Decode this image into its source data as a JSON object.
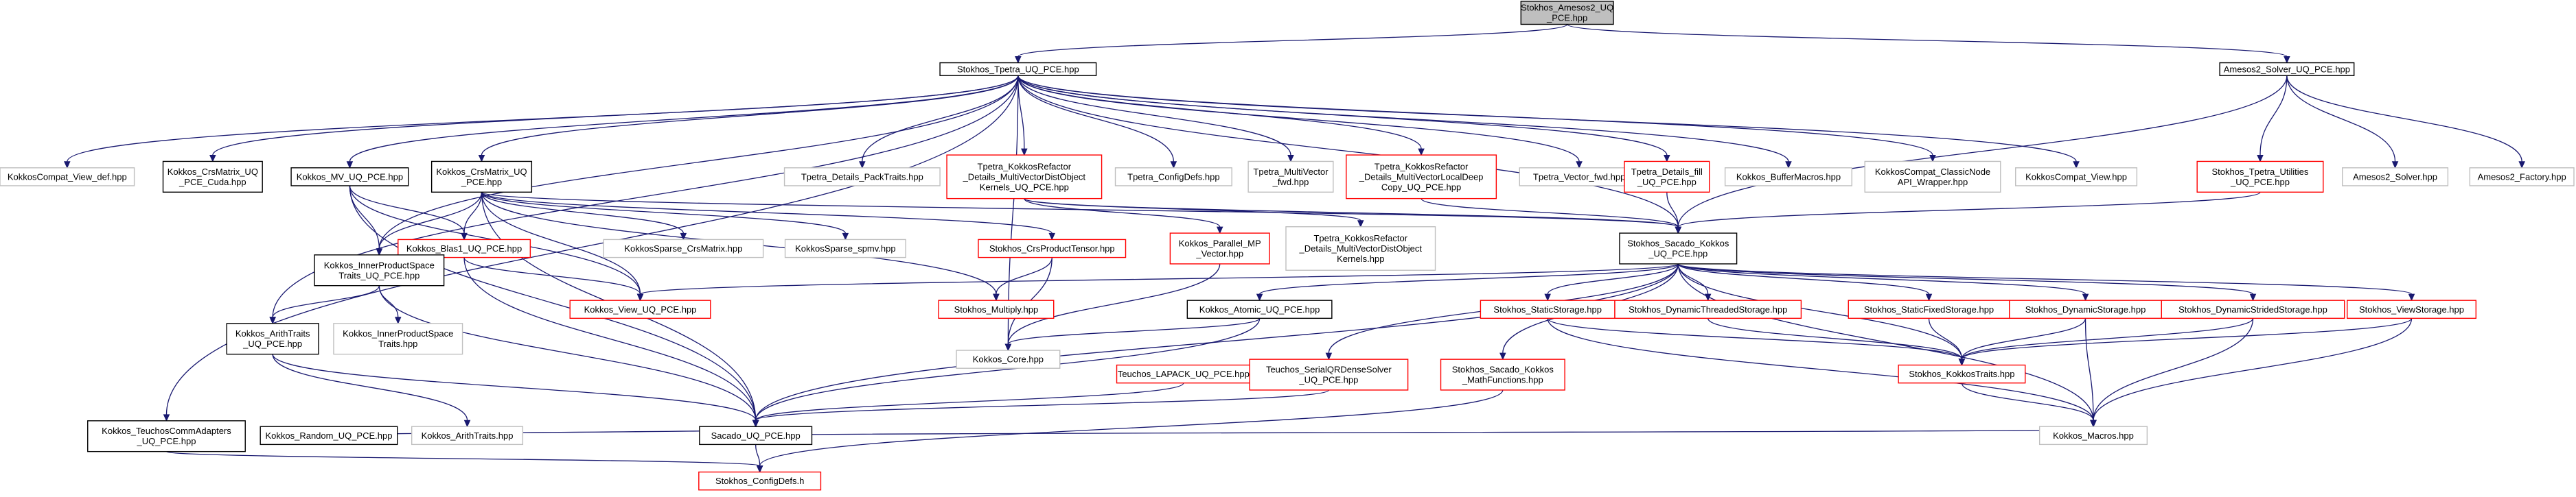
{
  "colors": {
    "background": "#ffffff",
    "edge": "#191970",
    "root_fill": "#bfbfbf",
    "border_documented": "#000000",
    "border_has_includes": "#ff0000",
    "border_external": "#bfbfbf"
  },
  "nodes": [
    {
      "id": "root",
      "lines": [
        "Stokhos_Amesos2_UQ",
        "_PCE.hpp"
      ],
      "style": "root"
    },
    {
      "id": "tpetra",
      "lines": [
        "Stokhos_Tpetra_UQ_PCE.hpp"
      ],
      "style": "documented"
    },
    {
      "id": "amesos2_solver_pce",
      "lines": [
        "Amesos2_Solver_UQ_PCE.hpp"
      ],
      "style": "documented"
    },
    {
      "id": "kc_view_def",
      "lines": [
        "KokkosCompat_View_def.hpp"
      ],
      "style": "external"
    },
    {
      "id": "crsmatrix_cuda",
      "lines": [
        "Kokkos_CrsMatrix_UQ",
        "_PCE_Cuda.hpp"
      ],
      "style": "documented"
    },
    {
      "id": "mv_pce",
      "lines": [
        "Kokkos_MV_UQ_PCE.hpp"
      ],
      "style": "documented"
    },
    {
      "id": "crsmatrix_pce",
      "lines": [
        "Kokkos_CrsMatrix_UQ",
        "_PCE.hpp"
      ],
      "style": "documented"
    },
    {
      "id": "packtraits",
      "lines": [
        "Tpetra_Details_PackTraits.hpp"
      ],
      "style": "external"
    },
    {
      "id": "tk_mvdo_pce",
      "lines": [
        "Tpetra_KokkosRefactor",
        "_Details_MultiVectorDistObject",
        "Kernels_UQ_PCE.hpp"
      ],
      "style": "has_includes"
    },
    {
      "id": "configdefs",
      "lines": [
        "Tpetra_ConfigDefs.hpp"
      ],
      "style": "external"
    },
    {
      "id": "mv_fwd",
      "lines": [
        "Tpetra_MultiVector",
        "_fwd.hpp"
      ],
      "style": "external"
    },
    {
      "id": "tk_mvldc_pce",
      "lines": [
        "Tpetra_KokkosRefactor",
        "_Details_MultiVectorLocalDeep",
        "Copy_UQ_PCE.hpp"
      ],
      "style": "has_includes"
    },
    {
      "id": "vector_fwd",
      "lines": [
        "Tpetra_Vector_fwd.hpp"
      ],
      "style": "external"
    },
    {
      "id": "details_fill",
      "lines": [
        "Tpetra_Details_fill",
        "_UQ_PCE.hpp"
      ],
      "style": "has_includes"
    },
    {
      "id": "buffermacros",
      "lines": [
        "Kokkos_BufferMacros.hpp"
      ],
      "style": "external"
    },
    {
      "id": "kc_classicnode",
      "lines": [
        "KokkosCompat_ClassicNode",
        "API_Wrapper.hpp"
      ],
      "style": "external"
    },
    {
      "id": "kc_view",
      "lines": [
        "KokkosCompat_View.hpp"
      ],
      "style": "external"
    },
    {
      "id": "tpetra_utilities",
      "lines": [
        "Stokhos_Tpetra_Utilities",
        "_UQ_PCE.hpp"
      ],
      "style": "has_includes"
    },
    {
      "id": "amesos2_solver",
      "lines": [
        "Amesos2_Solver.hpp"
      ],
      "style": "external"
    },
    {
      "id": "amesos2_factory",
      "lines": [
        "Amesos2_Factory.hpp"
      ],
      "style": "external"
    },
    {
      "id": "blas1",
      "lines": [
        "Kokkos_Blas1_UQ_PCE.hpp"
      ],
      "style": "has_includes"
    },
    {
      "id": "ks_crsmatrix",
      "lines": [
        "KokkosSparse_CrsMatrix.hpp"
      ],
      "style": "external"
    },
    {
      "id": "ks_spmv",
      "lines": [
        "KokkosSparse_spmv.hpp"
      ],
      "style": "external"
    },
    {
      "id": "crsproducttensor",
      "lines": [
        "Stokhos_CrsProductTensor.hpp"
      ],
      "style": "has_includes"
    },
    {
      "id": "parallel_mp_vector",
      "lines": [
        "Kokkos_Parallel_MP",
        "_Vector.hpp"
      ],
      "style": "has_includes"
    },
    {
      "id": "tk_mvdo",
      "lines": [
        "Tpetra_KokkosRefactor",
        "_Details_MultiVectorDistObject",
        "Kernels.hpp"
      ],
      "style": "external"
    },
    {
      "id": "sacado_kokkos",
      "lines": [
        "Stokhos_Sacado_Kokkos",
        "_UQ_PCE.hpp"
      ],
      "style": "documented"
    },
    {
      "id": "ip_traits_pce",
      "lines": [
        "Kokkos_InnerProductSpace",
        "Traits_UQ_PCE.hpp"
      ],
      "style": "documented"
    },
    {
      "id": "view_pce",
      "lines": [
        "Kokkos_View_UQ_PCE.hpp"
      ],
      "style": "has_includes"
    },
    {
      "id": "multiply",
      "lines": [
        "Stokhos_Multiply.hpp"
      ],
      "style": "has_includes"
    },
    {
      "id": "atomic_pce",
      "lines": [
        "Kokkos_Atomic_UQ_PCE.hpp"
      ],
      "style": "documented"
    },
    {
      "id": "staticstorage",
      "lines": [
        "Stokhos_StaticStorage.hpp"
      ],
      "style": "has_includes"
    },
    {
      "id": "dynthreadedstorage",
      "lines": [
        "Stokhos_DynamicThreadedStorage.hpp"
      ],
      "style": "has_includes"
    },
    {
      "id": "staticfixedstorage",
      "lines": [
        "Stokhos_StaticFixedStorage.hpp"
      ],
      "style": "has_includes"
    },
    {
      "id": "dynamicstorage",
      "lines": [
        "Stokhos_DynamicStorage.hpp"
      ],
      "style": "has_includes"
    },
    {
      "id": "dynstridedstorage",
      "lines": [
        "Stokhos_DynamicStridedStorage.hpp"
      ],
      "style": "has_includes"
    },
    {
      "id": "viewstorage",
      "lines": [
        "Stokhos_ViewStorage.hpp"
      ],
      "style": "has_includes"
    },
    {
      "id": "arithtraits_pce",
      "lines": [
        "Kokkos_ArithTraits",
        "_UQ_PCE.hpp"
      ],
      "style": "documented"
    },
    {
      "id": "ip_traits",
      "lines": [
        "Kokkos_InnerProductSpace",
        "Traits.hpp"
      ],
      "style": "external"
    },
    {
      "id": "kokkos_core",
      "lines": [
        "Kokkos_Core.hpp"
      ],
      "style": "external"
    },
    {
      "id": "lapack_pce",
      "lines": [
        "Teuchos_LAPACK_UQ_PCE.hpp"
      ],
      "style": "has_includes"
    },
    {
      "id": "serialqr_pce",
      "lines": [
        "Teuchos_SerialQRDenseSolver",
        "_UQ_PCE.hpp"
      ],
      "style": "has_includes"
    },
    {
      "id": "sacado_math",
      "lines": [
        "Stokhos_Sacado_Kokkos",
        "_MathFunctions.hpp"
      ],
      "style": "has_includes"
    },
    {
      "id": "kokkostraits",
      "lines": [
        "Stokhos_KokkosTraits.hpp"
      ],
      "style": "has_includes"
    },
    {
      "id": "commadapters",
      "lines": [
        "Kokkos_TeuchosCommAdapters",
        "_UQ_PCE.hpp"
      ],
      "style": "documented"
    },
    {
      "id": "random_pce",
      "lines": [
        "Kokkos_Random_UQ_PCE.hpp"
      ],
      "style": "documented"
    },
    {
      "id": "arithtraits",
      "lines": [
        "Kokkos_ArithTraits.hpp"
      ],
      "style": "external"
    },
    {
      "id": "sacado_pce",
      "lines": [
        "Sacado_UQ_PCE.hpp"
      ],
      "style": "documented"
    },
    {
      "id": "kokkos_macros",
      "lines": [
        "Kokkos_Macros.hpp"
      ],
      "style": "external"
    },
    {
      "id": "configdefs_h",
      "lines": [
        "Stokhos_ConfigDefs.h"
      ],
      "style": "has_includes"
    }
  ],
  "edges": [
    [
      "root",
      "tpetra"
    ],
    [
      "root",
      "amesos2_solver_pce"
    ],
    [
      "tpetra",
      "kc_view_def"
    ],
    [
      "tpetra",
      "crsmatrix_cuda"
    ],
    [
      "tpetra",
      "mv_pce"
    ],
    [
      "tpetra",
      "crsmatrix_pce"
    ],
    [
      "tpetra",
      "packtraits"
    ],
    [
      "tpetra",
      "tk_mvdo_pce"
    ],
    [
      "tpetra",
      "configdefs"
    ],
    [
      "tpetra",
      "mv_fwd"
    ],
    [
      "tpetra",
      "tk_mvldc_pce"
    ],
    [
      "tpetra",
      "vector_fwd"
    ],
    [
      "tpetra",
      "details_fill"
    ],
    [
      "tpetra",
      "buffermacros"
    ],
    [
      "tpetra",
      "kc_classicnode"
    ],
    [
      "tpetra",
      "kc_view"
    ],
    [
      "tpetra",
      "sacado_kokkos"
    ],
    [
      "tpetra",
      "ip_traits_pce"
    ],
    [
      "tpetra",
      "arithtraits_pce"
    ],
    [
      "tpetra",
      "commadapters"
    ],
    [
      "tpetra",
      "kokkos_core"
    ],
    [
      "amesos2_solver_pce",
      "tpetra_utilities"
    ],
    [
      "amesos2_solver_pce",
      "amesos2_solver"
    ],
    [
      "amesos2_solver_pce",
      "amesos2_factory"
    ],
    [
      "amesos2_solver_pce",
      "sacado_kokkos"
    ],
    [
      "tpetra_utilities",
      "sacado_kokkos"
    ],
    [
      "crsmatrix_pce",
      "blas1"
    ],
    [
      "crsmatrix_pce",
      "ks_crsmatrix"
    ],
    [
      "crsmatrix_pce",
      "ks_spmv"
    ],
    [
      "crsmatrix_pce",
      "crsproducttensor"
    ],
    [
      "crsmatrix_pce",
      "multiply"
    ],
    [
      "crsmatrix_pce",
      "view_pce"
    ],
    [
      "crsmatrix_pce",
      "ip_traits_pce"
    ],
    [
      "crsmatrix_pce",
      "sacado_pce"
    ],
    [
      "crsmatrix_pce",
      "sacado_kokkos"
    ],
    [
      "mv_pce",
      "blas1"
    ],
    [
      "mv_pce",
      "ip_traits_pce"
    ],
    [
      "mv_pce",
      "view_pce"
    ],
    [
      "mv_pce",
      "sacado_pce"
    ],
    [
      "tk_mvdo_pce",
      "parallel_mp_vector"
    ],
    [
      "tk_mvdo_pce",
      "tk_mvdo"
    ],
    [
      "tk_mvdo_pce",
      "sacado_kokkos"
    ],
    [
      "tk_mvldc_pce",
      "sacado_kokkos"
    ],
    [
      "details_fill",
      "sacado_kokkos"
    ],
    [
      "blas1",
      "ip_traits_pce"
    ],
    [
      "blas1",
      "view_pce"
    ],
    [
      "blas1",
      "sacado_pce"
    ],
    [
      "crsproducttensor",
      "multiply"
    ],
    [
      "crsproducttensor",
      "kokkos_core"
    ],
    [
      "parallel_mp_vector",
      "kokkos_core"
    ],
    [
      "sacado_kokkos",
      "view_pce"
    ],
    [
      "sacado_kokkos",
      "atomic_pce"
    ],
    [
      "sacado_kokkos",
      "serialqr_pce"
    ],
    [
      "sacado_kokkos",
      "sacado_math"
    ],
    [
      "sacado_kokkos",
      "staticstorage"
    ],
    [
      "sacado_kokkos",
      "dynthreadedstorage"
    ],
    [
      "sacado_kokkos",
      "staticfixedstorage"
    ],
    [
      "sacado_kokkos",
      "dynamicstorage"
    ],
    [
      "sacado_kokkos",
      "dynstridedstorage"
    ],
    [
      "sacado_kokkos",
      "viewstorage"
    ],
    [
      "sacado_kokkos",
      "kokkostraits"
    ],
    [
      "sacado_kokkos",
      "kokkos_macros"
    ],
    [
      "sacado_kokkos",
      "sacado_pce"
    ],
    [
      "ip_traits_pce",
      "arithtraits_pce"
    ],
    [
      "ip_traits_pce",
      "ip_traits"
    ],
    [
      "ip_traits_pce",
      "sacado_pce"
    ],
    [
      "atomic_pce",
      "kokkos_core"
    ],
    [
      "atomic_pce",
      "sacado_pce"
    ],
    [
      "staticstorage",
      "kokkostraits"
    ],
    [
      "staticstorage",
      "kokkos_macros"
    ],
    [
      "dynthreadedstorage",
      "kokkostraits"
    ],
    [
      "staticfixedstorage",
      "kokkostraits"
    ],
    [
      "dynamicstorage",
      "kokkostraits"
    ],
    [
      "dynamicstorage",
      "kokkos_macros"
    ],
    [
      "dynstridedstorage",
      "kokkostraits"
    ],
    [
      "dynstridedstorage",
      "kokkos_macros"
    ],
    [
      "viewstorage",
      "kokkostraits"
    ],
    [
      "viewstorage",
      "kokkos_macros"
    ],
    [
      "kokkostraits",
      "kokkos_macros"
    ],
    [
      "arithtraits_pce",
      "arithtraits"
    ],
    [
      "arithtraits_pce",
      "sacado_pce"
    ],
    [
      "lapack_pce",
      "sacado_pce"
    ],
    [
      "serialqr_pce",
      "sacado_pce"
    ],
    [
      "sacado_math",
      "configdefs_h"
    ],
    [
      "commadapters",
      "configdefs_h"
    ],
    [
      "random_pce",
      "sacado_pce"
    ],
    [
      "sacado_pce",
      "kokkos_macros"
    ],
    [
      "sacado_pce",
      "configdefs_h"
    ]
  ]
}
